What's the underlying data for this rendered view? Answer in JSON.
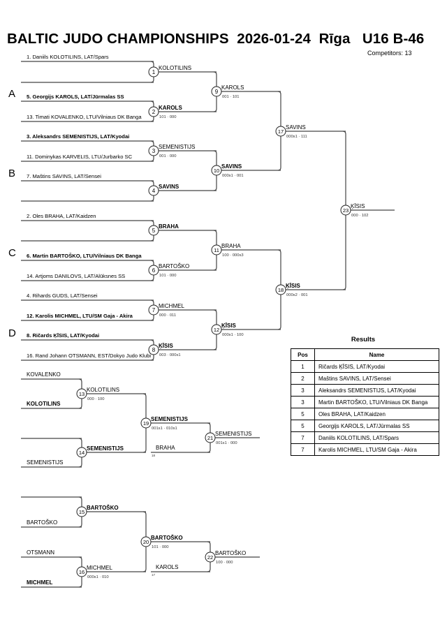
{
  "header": {
    "title": "BALTIC JUDO CHAMPIONSHIPS  2026-01-24  Rīga   U16 B-46",
    "competitors": "Competitors: 13"
  },
  "pools": [
    {
      "label": "A"
    },
    {
      "label": "B"
    },
    {
      "label": "C"
    },
    {
      "label": "D"
    }
  ],
  "entries": [
    {
      "text": "1. Daniils KOLOTILINS, LAT/Spars",
      "bold": false
    },
    {
      "text": "",
      "bold": false
    },
    {
      "text": "5. Georgijs KAROLS, LAT/Jūrmalas SS",
      "bold": true
    },
    {
      "text": "13. Timati KOVALENKO, LTU/Vilniaus DK Banga",
      "bold": false
    },
    {
      "text": "3. Aleksandrs SEMENISTIJS, LAT/Kyodai",
      "bold": true
    },
    {
      "text": "11. Dominykas KARVELIS, LTU/Jurbarko SC",
      "bold": false
    },
    {
      "text": "7. Maštins SAVINS, LAT/Sensei",
      "bold": false
    },
    {
      "text": "",
      "bold": false
    },
    {
      "text": "2. Oles BRAHA, LAT/Kaidzen",
      "bold": false
    },
    {
      "text": "",
      "bold": false
    },
    {
      "text": "6. Martin BARTOŠKO, LTU/Vilniaus DK Banga",
      "bold": true
    },
    {
      "text": "14. Artjoms DANILOVS, LAT/Alūksnes SS",
      "bold": false
    },
    {
      "text": "4. Rihards GUDS, LAT/Sensei",
      "bold": false
    },
    {
      "text": "12. Karolis MICHMEL, LTU/SM Gaja - Akira",
      "bold": true
    },
    {
      "text": "8. Ričards ĶĪSIS, LAT/Kyodai",
      "bold": true
    },
    {
      "text": "16. Rand Johann OTSMANN, EST/Dokyo Judo Klubi",
      "bold": false
    }
  ],
  "matches": {
    "1": {
      "winner": "KOLOTILINS",
      "score": "",
      "bold": false
    },
    "2": {
      "winner": "KAROLS",
      "score": "101 · 000",
      "bold": true
    },
    "3": {
      "winner": "SEMENISTIJS",
      "score": "001 · 000",
      "bold": false
    },
    "4": {
      "winner": "SAVINS",
      "score": "",
      "bold": true
    },
    "5": {
      "winner": "BRAHA",
      "score": "",
      "bold": true
    },
    "6": {
      "winner": "BARTOŠKO",
      "score": "101 · 000",
      "bold": false
    },
    "7": {
      "winner": "MICHMEL",
      "score": "000 · 011",
      "bold": false
    },
    "8": {
      "winner": "ĶĪSIS",
      "score": "003 · 000s1",
      "bold": true
    },
    "9": {
      "winner": "KAROLS",
      "score": "001 · 101",
      "bold": false
    },
    "10": {
      "winner": "SAVINS",
      "score": "000s1 · 001",
      "bold": true
    },
    "11": {
      "winner": "BRAHA",
      "score": "100 · 000s3",
      "bold": false
    },
    "12": {
      "winner": "ĶĪSIS",
      "score": "000s1 · 100",
      "bold": true
    },
    "17": {
      "winner": "SAVINS",
      "score": "000s1 · 111",
      "bold": false
    },
    "18": {
      "winner": "ĶĪSIS",
      "score": "000s2 · 001",
      "bold": true
    },
    "23": {
      "winner": "ĶĪSIS",
      "score": "000 · 102",
      "bold": false
    },
    "13": {
      "winner": "KOLOTILINS",
      "score": "000 · 100",
      "bold": false
    },
    "14": {
      "winner": "SEMENISTIJS",
      "score": "",
      "bold": true
    },
    "19": {
      "winner": "SEMENISTIJS",
      "score": "001s1 · 010s1",
      "bold": true
    },
    "21": {
      "winner": "SEMENISTIJS",
      "score": "001s1 · 000",
      "bold": false
    },
    "15": {
      "winner": "BARTOŠKO",
      "score": "",
      "bold": true
    },
    "16": {
      "winner": "MICHMEL",
      "score": "000s1 · 010",
      "bold": false
    },
    "20": {
      "winner": "BARTOŠKO",
      "score": "101 · 000",
      "bold": true
    },
    "22": {
      "winner": "BARTOŠKO",
      "score": "100 · 000",
      "bold": false
    }
  },
  "repechage_entries": [
    {
      "text": "KOVALENKO",
      "bold": false
    },
    {
      "text": "KOLOTILINS",
      "bold": true
    },
    {
      "text": "",
      "bold": false
    },
    {
      "text": "SEMENISTIJS",
      "bold": false
    },
    {
      "text": "",
      "bold": false
    },
    {
      "text": "BARTOŠKO",
      "bold": false
    },
    {
      "text": "OTSMANN",
      "bold": false
    },
    {
      "text": "MICHMEL",
      "bold": true
    }
  ],
  "crossovers": [
    {
      "name": "BRAHA",
      "from": "18",
      "bold": false
    },
    {
      "name": "KAROLS",
      "from": "17",
      "bold": false
    }
  ],
  "results": {
    "title": "Results",
    "headers": {
      "pos": "Pos",
      "name": "Name"
    },
    "rows": [
      {
        "pos": "1",
        "name": "Ričards ĶĪSIS, LAT/Kyodai"
      },
      {
        "pos": "2",
        "name": "Maštins SAVINS, LAT/Sensei"
      },
      {
        "pos": "3",
        "name": "Aleksandrs SEMENISTIJS, LAT/Kyodai"
      },
      {
        "pos": "3",
        "name": "Martin BARTOŠKO, LTU/Vilniaus DK Banga"
      },
      {
        "pos": "5",
        "name": "Oles BRAHA, LAT/Kaidzen"
      },
      {
        "pos": "5",
        "name": "Georgijs KAROLS, LAT/Jūrmalas SS"
      },
      {
        "pos": "7",
        "name": "Daniils KOLOTILINS, LAT/Spars"
      },
      {
        "pos": "7",
        "name": "Karolis MICHMEL, LTU/SM Gaja - Akira"
      }
    ]
  },
  "colors": {
    "line": "#444444",
    "text": "#000000",
    "score": "#333333"
  }
}
